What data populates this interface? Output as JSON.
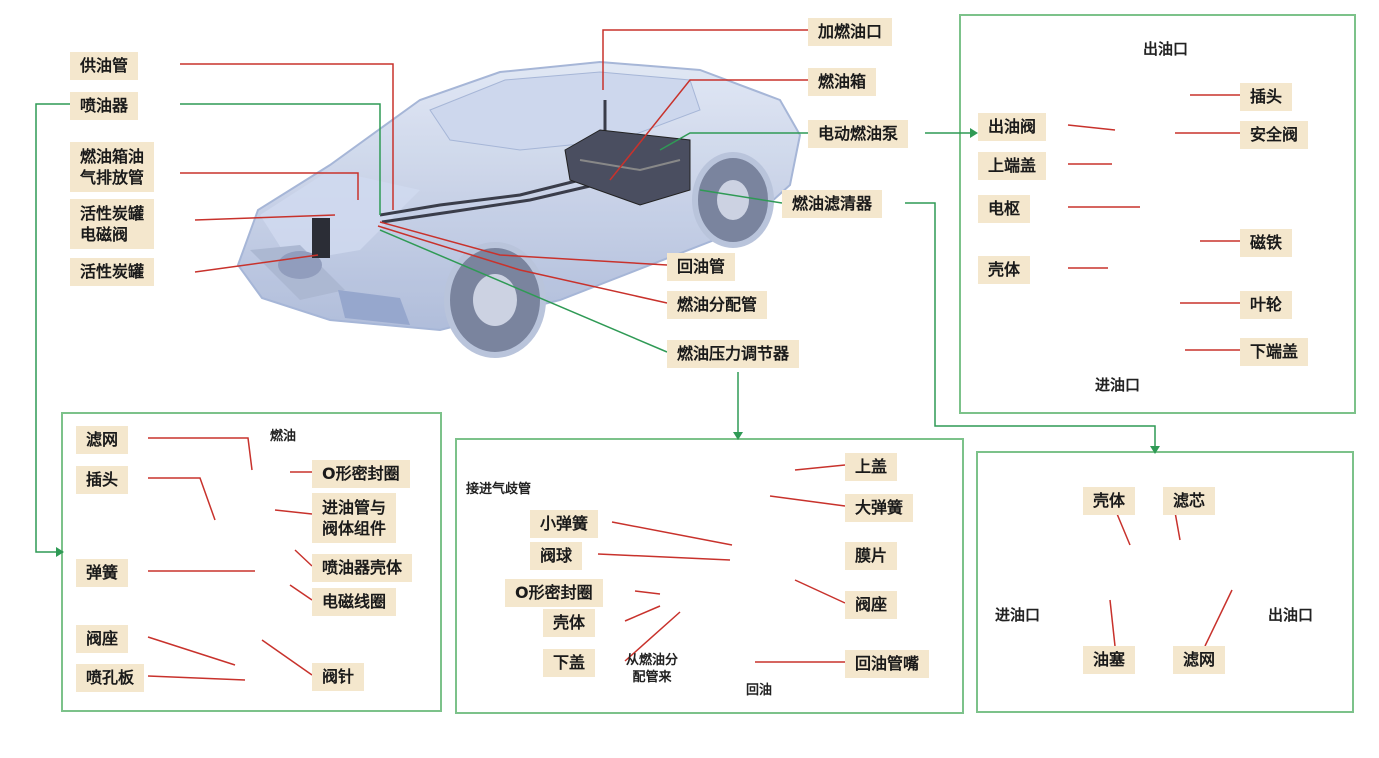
{
  "car": {
    "fuel_supply_pipe": "供油管",
    "injector": "喷油器",
    "tank_vent_pipe": "燃油箱油\n气排放管",
    "canister_valve": "活性炭罐\n电磁阀",
    "canister": "活性炭罐",
    "filler": "加燃油口",
    "tank": "燃油箱",
    "pump": "电动燃油泵",
    "filter": "燃油滤清器",
    "return_pipe": "回油管",
    "rail": "燃油分配管",
    "regulator": "燃油压力调节器"
  },
  "pump_detail": {
    "outlet": "出油口",
    "inlet": "进油口",
    "check_valve": "出油阀",
    "plug": "插头",
    "safety_valve": "安全阀",
    "upper_cap": "上端盖",
    "armature": "电枢",
    "magnet": "磁铁",
    "housing": "壳体",
    "impeller": "叶轮",
    "lower_cap": "下端盖"
  },
  "injector_detail": {
    "fuel": "燃油",
    "strainer": "滤网",
    "oring": "O形密封圈",
    "plug": "插头",
    "inlet_assembly": "进油管与\n阀体组件",
    "spring": "弹簧",
    "body": "喷油器壳体",
    "coil": "电磁线圈",
    "valve_seat": "阀座",
    "nozzle_plate": "喷孔板",
    "needle": "阀针"
  },
  "regulator_detail": {
    "to_manifold": "接进气歧管",
    "upper_cover": "上盖",
    "big_spring": "大弹簧",
    "small_spring": "小弹簧",
    "ball": "阀球",
    "diaphragm": "膜片",
    "oring": "O形密封圈",
    "seat": "阀座",
    "housing": "壳体",
    "lower_cover": "下盖",
    "from_rail": "从燃油分\n配管来",
    "return_nozzle": "回油管嘴",
    "return_oil": "回油"
  },
  "filter_detail": {
    "housing": "壳体",
    "element": "滤芯",
    "inlet": "进油口",
    "outlet": "出油口",
    "plug": "油塞",
    "screen": "滤网"
  },
  "colors": {
    "label_bg": "#f4e7cd",
    "leader_red": "#c8322c",
    "leader_green": "#2f9a55",
    "panel_border": "#7cc28a",
    "part_orange": "#e0562a",
    "part_yellow": "#e9b62c",
    "part_blue": "#5d78b8"
  }
}
